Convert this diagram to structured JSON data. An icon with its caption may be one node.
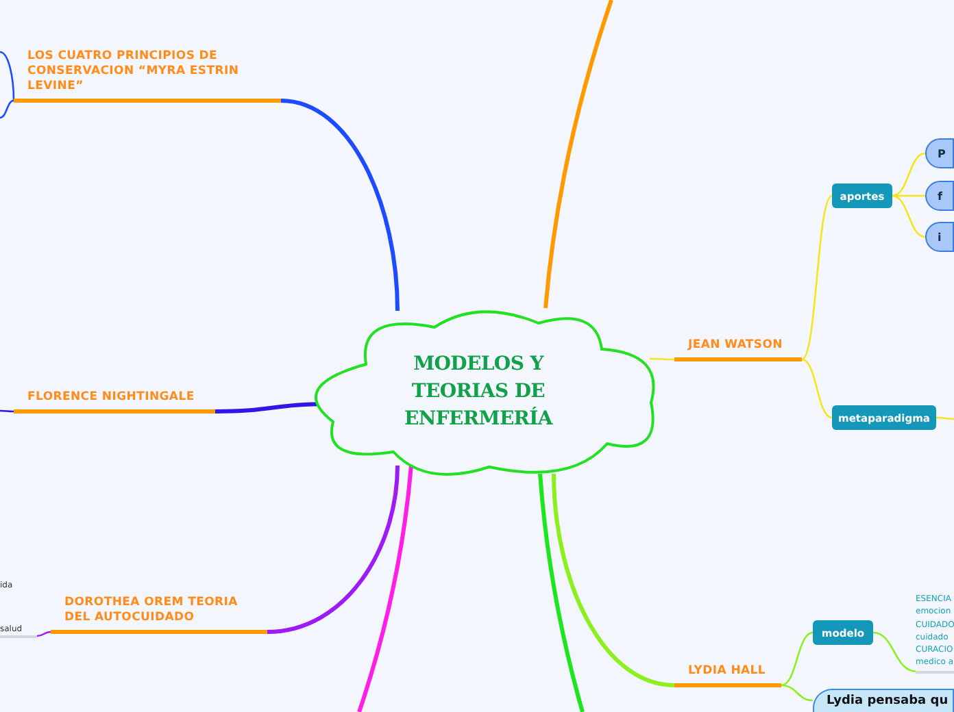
{
  "diagram": {
    "nodes": [
      {
        "text": [
          "MODELOS Y TEORIAS DE ENFERMERÍA"
        ]
      },
      {
        "text": [
          "LOS CUATRO PRINCIPIOS DE CONSERVACION “MYRA ESTRIN LEVINE”"
        ]
      },
      {
        "text": [
          "FLORENCE NIGHTINGALE"
        ]
      },
      {
        "text": [
          "DOROTHEA OREM TEORIA DEL AUTOCUIDADO"
        ]
      },
      {
        "text": [
          "ida"
        ]
      },
      {
        "text": [
          "salud"
        ]
      },
      {
        "text": [
          "JEAN WATSON"
        ]
      },
      {
        "text": [
          "aportes"
        ]
      },
      {
        "text": [
          "P"
        ]
      },
      {
        "text": [
          "f"
        ]
      },
      {
        "text": [
          "i"
        ]
      },
      {
        "text": [
          "metaparadigma"
        ]
      },
      {
        "text": [
          "LYDIA HALL"
        ]
      },
      {
        "text": [
          "modelo"
        ]
      },
      {
        "text": [
          "ESENCIA emocion CUIDADO cuidado CURACIO medico a"
        ]
      },
      {
        "text": [
          "Lydia pensaba qu"
        ]
      }
    ],
    "edges": [
      {
        "from": 0,
        "to": 1,
        "arrow": "none",
        "style": "thick",
        "color": "#1f4bff"
      },
      {
        "from": 1,
        "to": null,
        "arrow": "none",
        "color": "#1f4bff"
      },
      {
        "from": 1,
        "to": null,
        "arrow": "none",
        "color": "#1f4bff"
      },
      {
        "from": 0,
        "to": 2,
        "arrow": "none",
        "style": "thick",
        "color": "#3216e6"
      },
      {
        "from": 2,
        "to": null,
        "arrow": "none",
        "color": "#3216e6"
      },
      {
        "from": 0,
        "to": 3,
        "arrow": "none",
        "style": "thick",
        "color": "#9d1cf5"
      },
      {
        "from": 3,
        "to": 5,
        "arrow": "none",
        "color": "#9d1cf5"
      },
      {
        "from": 0,
        "to": 6,
        "arrow": "none",
        "color": "#f5e61a"
      },
      {
        "from": 6,
        "to": 7,
        "arrow": "none",
        "color": "#f5e61a"
      },
      {
        "from": 6,
        "to": 11,
        "arrow": "none",
        "color": "#f5e61a"
      },
      {
        "from": 7,
        "to": 8,
        "arrow": "none",
        "color": "#f5e61a"
      },
      {
        "from": 7,
        "to": 9,
        "arrow": "none",
        "color": "#f5e61a"
      },
      {
        "from": 7,
        "to": 10,
        "arrow": "none",
        "color": "#f5e61a"
      },
      {
        "from": 11,
        "to": null,
        "arrow": "none",
        "color": "#f5e61a"
      },
      {
        "from": 0,
        "to": 12,
        "arrow": "none",
        "style": "thick",
        "color": "#8cf01e"
      },
      {
        "from": 12,
        "to": 13,
        "arrow": "none",
        "color": "#8cf01e"
      },
      {
        "from": 12,
        "to": 15,
        "arrow": "none",
        "color": "#8cf01e"
      },
      {
        "from": 13,
        "to": 14,
        "arrow": "none",
        "color": "#8cf01e"
      },
      {
        "from": 0,
        "to": null,
        "arrow": "none",
        "style": "thick",
        "color": "#ff9900"
      },
      {
        "from": 0,
        "to": null,
        "arrow": "none",
        "style": "thick",
        "color": "#ff1ee6"
      },
      {
        "from": 0,
        "to": null,
        "arrow": "none",
        "style": "thick",
        "color": "#1ee61e"
      }
    ]
  }
}
